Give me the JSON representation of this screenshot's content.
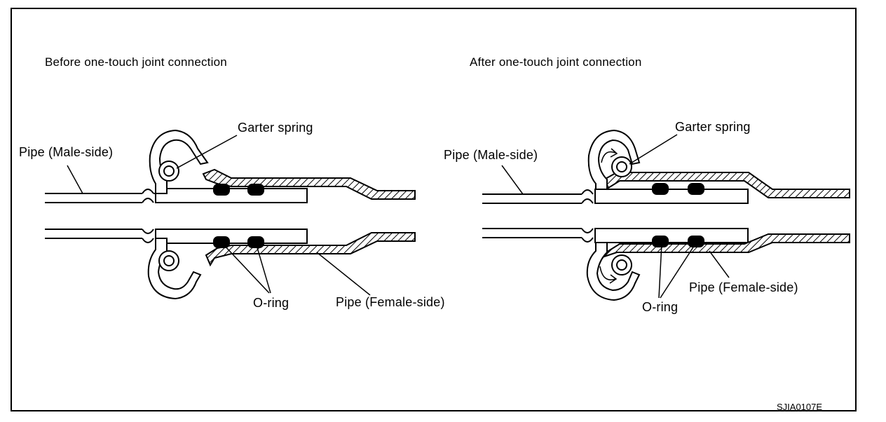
{
  "panels": {
    "before": {
      "title": "Before one-touch joint connection",
      "pipe_male": "Pipe (Male-side)",
      "garter_spring": "Garter spring",
      "o_ring": "O-ring",
      "pipe_female": "Pipe (Female-side)"
    },
    "after": {
      "title": "After one-touch joint connection",
      "pipe_male": "Pipe (Male-side)",
      "garter_spring": "Garter spring",
      "o_ring": "O-ring",
      "pipe_female": "Pipe (Female-side)"
    }
  },
  "figure_code": "SJIA0107E"
}
